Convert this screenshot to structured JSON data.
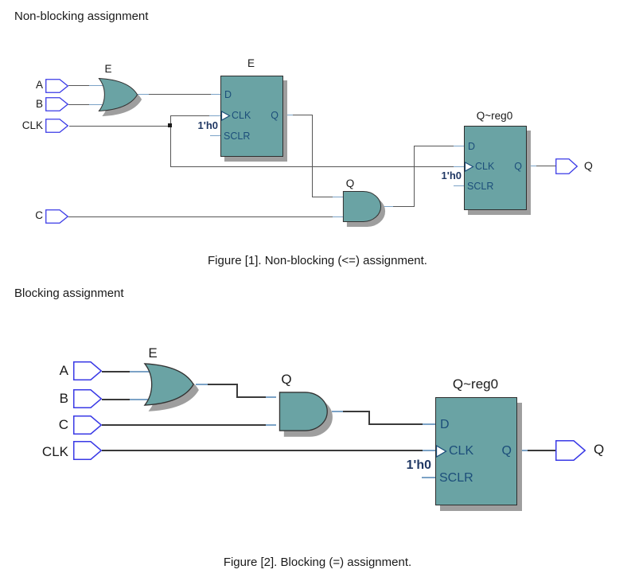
{
  "sections": [
    {
      "heading": "Non-blocking assignment",
      "caption": "Figure [1]. Non-blocking (<=) assignment."
    },
    {
      "heading": "Blocking assignment",
      "caption": "Figure [2]. Blocking (=) assignment."
    }
  ],
  "colors": {
    "gate_fill": "#6AA3A4",
    "gate_stroke": "#333333",
    "shadow": "#9e9e9e",
    "port_text": "#1C4E7A",
    "const_text": "#203864",
    "pin_outline": "#3A3AE6",
    "wire_gray": "#565656",
    "wire_blue": "#7BA2C6"
  },
  "d1": {
    "inputs": {
      "a": "A",
      "b": "B",
      "clk": "CLK",
      "c": "C"
    },
    "or_label": "E",
    "and_label": "Q",
    "ff1": {
      "title": "E",
      "d": "D",
      "clk": "CLK",
      "sclr": "SCLR",
      "q": "Q",
      "const": "1'h0"
    },
    "ff2": {
      "title": "Q~reg0",
      "d": "D",
      "clk": "CLK",
      "sclr": "SCLR",
      "q": "Q",
      "const": "1'h0"
    },
    "output": "Q"
  },
  "d2": {
    "inputs": {
      "a": "A",
      "b": "B",
      "c": "C",
      "clk": "CLK"
    },
    "or_label": "E",
    "and_label": "Q",
    "ff": {
      "title": "Q~reg0",
      "d": "D",
      "clk": "CLK",
      "sclr": "SCLR",
      "q": "Q",
      "const": "1'h0"
    },
    "output": "Q"
  }
}
